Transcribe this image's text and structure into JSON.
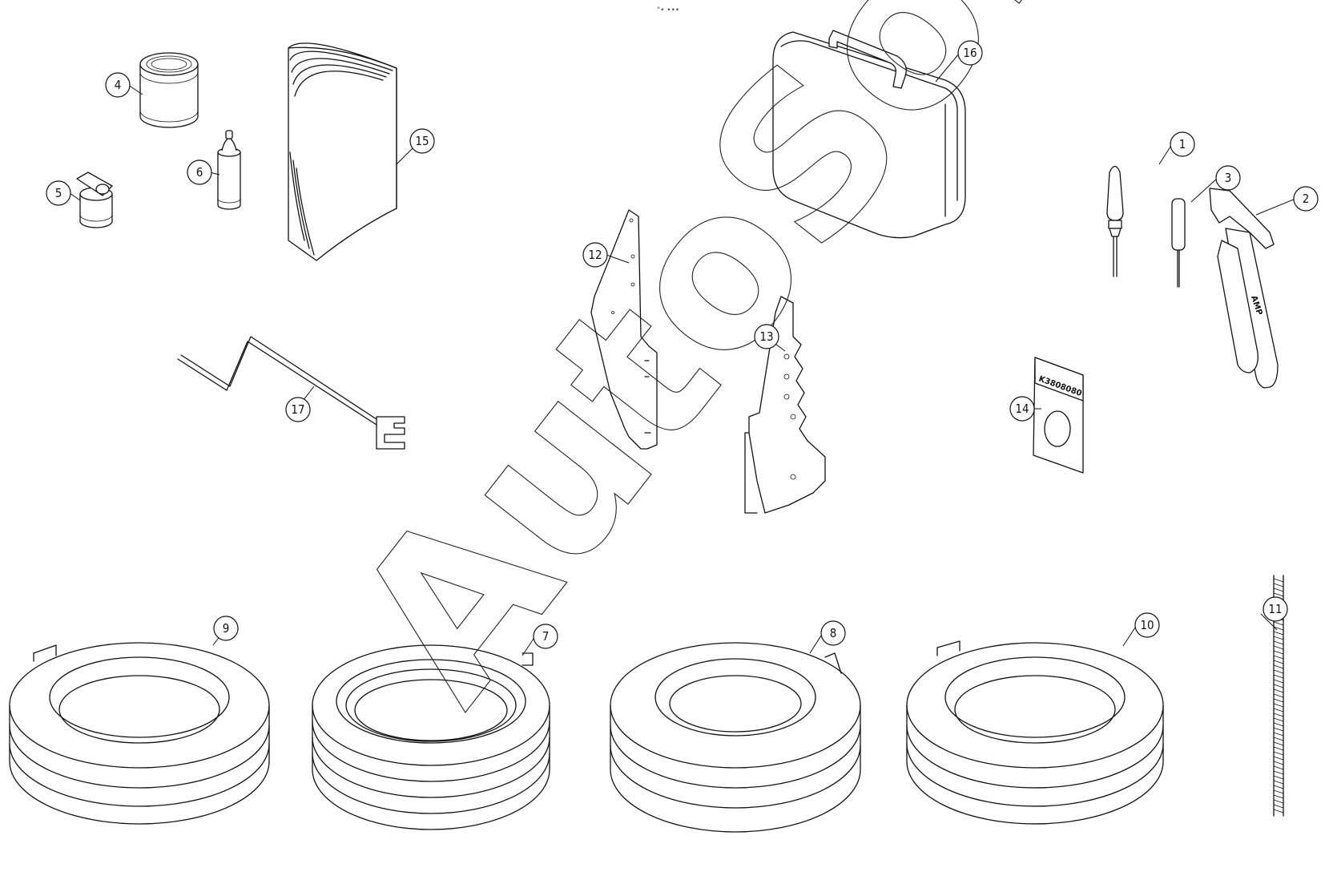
{
  "top_marker": "\"• •••",
  "watermark": "AutoSoft",
  "gauge_stamp": "K3808080",
  "tool_brand": "AMP",
  "callouts": [
    {
      "n": "1"
    },
    {
      "n": "2"
    },
    {
      "n": "3"
    },
    {
      "n": "4"
    },
    {
      "n": "5"
    },
    {
      "n": "6"
    },
    {
      "n": "7"
    },
    {
      "n": "8"
    },
    {
      "n": "9"
    },
    {
      "n": "10"
    },
    {
      "n": "11"
    },
    {
      "n": "12"
    },
    {
      "n": "13"
    },
    {
      "n": "14"
    },
    {
      "n": "15"
    },
    {
      "n": "16"
    },
    {
      "n": "17"
    }
  ]
}
